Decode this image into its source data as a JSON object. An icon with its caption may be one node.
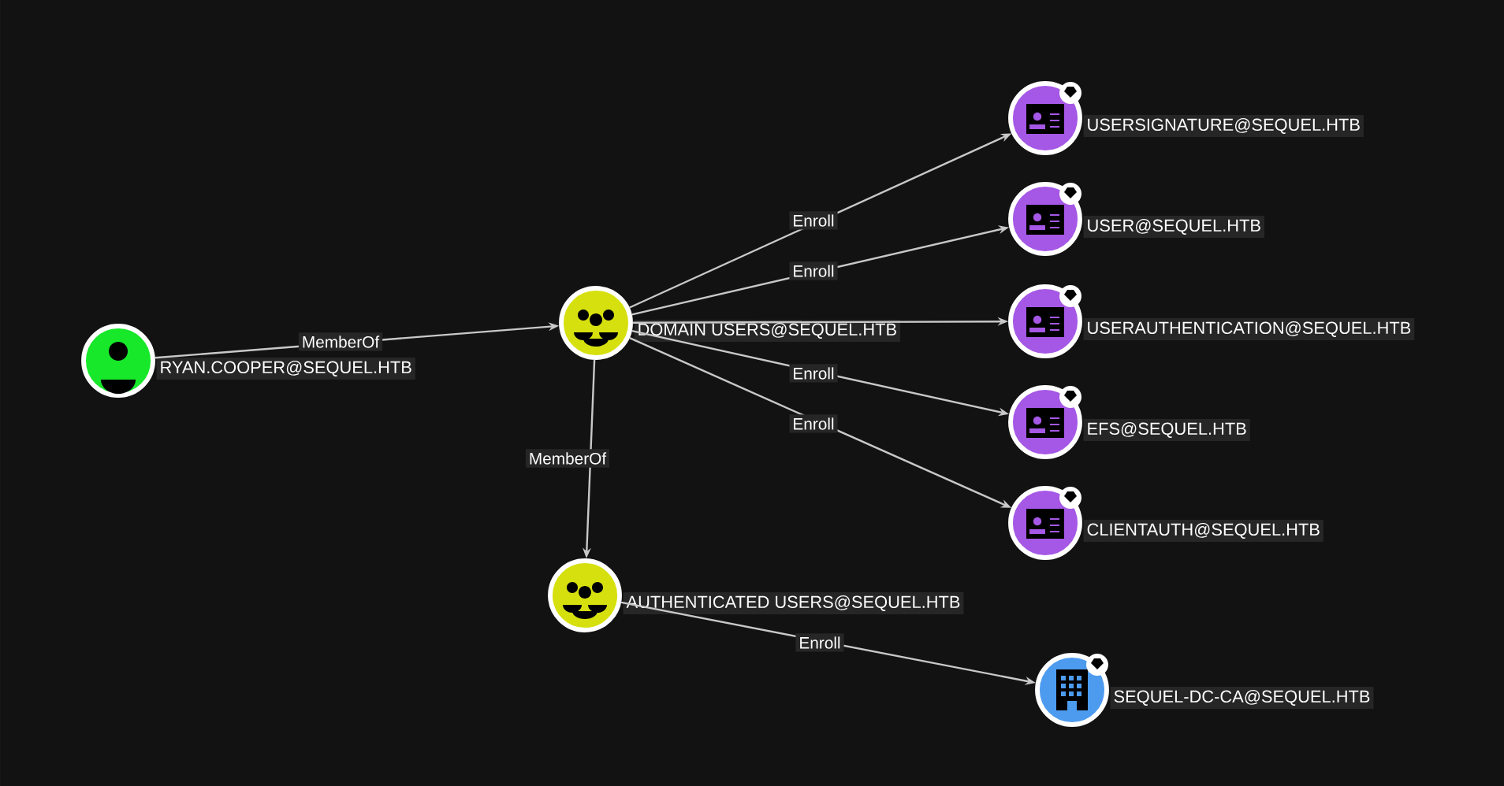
{
  "diagram": {
    "nodes": [
      {
        "text": [
          "RYAN.COOPER@SEQUEL.HTB"
        ]
      },
      {
        "text": [
          "DOMAIN USERS@SEQUEL.HTB"
        ]
      },
      {
        "text": [
          "AUTHENTICATED USERS@SEQUEL.HTB"
        ]
      },
      {
        "text": [
          "USERSIGNATURE@SEQUEL.HTB"
        ]
      },
      {
        "text": [
          "USER@SEQUEL.HTB"
        ]
      },
      {
        "text": [
          "USERAUTHENTICATION@SEQUEL.HTB"
        ]
      },
      {
        "text": [
          "EFS@SEQUEL.HTB"
        ]
      },
      {
        "text": [
          "CLIENTAUTH@SEQUEL.HTB"
        ]
      },
      {
        "text": [
          "SEQUEL-DC-CA@SEQUEL.HTB"
        ]
      }
    ],
    "edges": [
      {
        "from": 0,
        "to": 1,
        "arrow": "to",
        "label": "MemberOf"
      },
      {
        "from": 1,
        "to": 2,
        "arrow": "to",
        "label": "MemberOf"
      },
      {
        "from": 1,
        "to": 3,
        "arrow": "to",
        "label": "Enroll"
      },
      {
        "from": 1,
        "to": 4,
        "arrow": "to",
        "label": "Enroll"
      },
      {
        "from": 1,
        "to": 5,
        "arrow": "to"
      },
      {
        "from": 1,
        "to": 6,
        "arrow": "to",
        "label": "Enroll"
      },
      {
        "from": 1,
        "to": 7,
        "arrow": "to",
        "label": "Enroll"
      },
      {
        "from": 2,
        "to": 8,
        "arrow": "to",
        "label": "Enroll"
      }
    ]
  }
}
